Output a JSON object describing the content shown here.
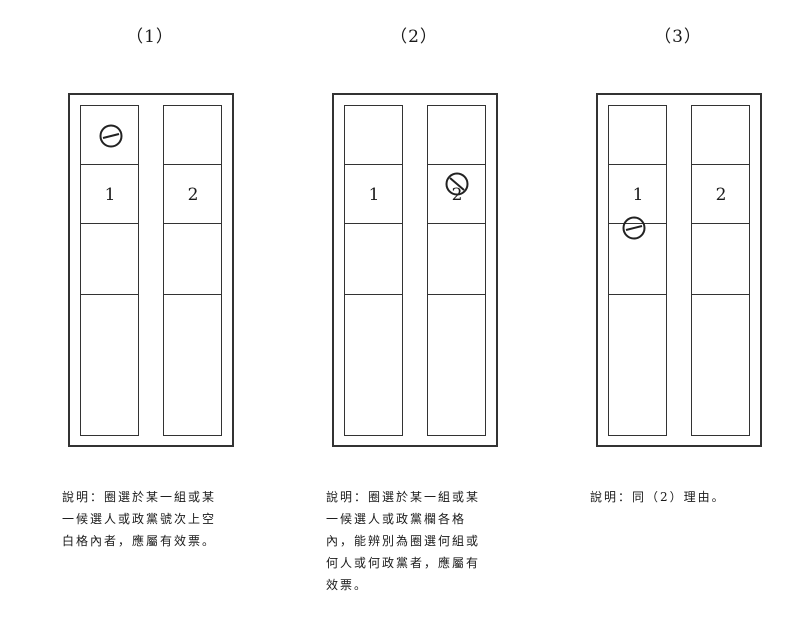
{
  "panels": [
    {
      "label": "（1）",
      "candidates": [
        "1",
        "2"
      ],
      "note": "說明：圈選於某一組或某\n一候選人或政黨號次上空\n白格內者，應屬有效票。"
    },
    {
      "label": "（2）",
      "candidates": [
        "1",
        "2"
      ],
      "note": "說明：圈選於某一組或某\n一候選人或政黨欄各格\n內，能辨別為圈選何組或\n何人或何政黨者，應屬有\n效票。"
    },
    {
      "label": "（3）",
      "candidates": [
        "1",
        "2"
      ],
      "note": "說明：同（2）理由。"
    }
  ],
  "icons": {
    "stamp": "circle-slash-stamp-icon"
  }
}
